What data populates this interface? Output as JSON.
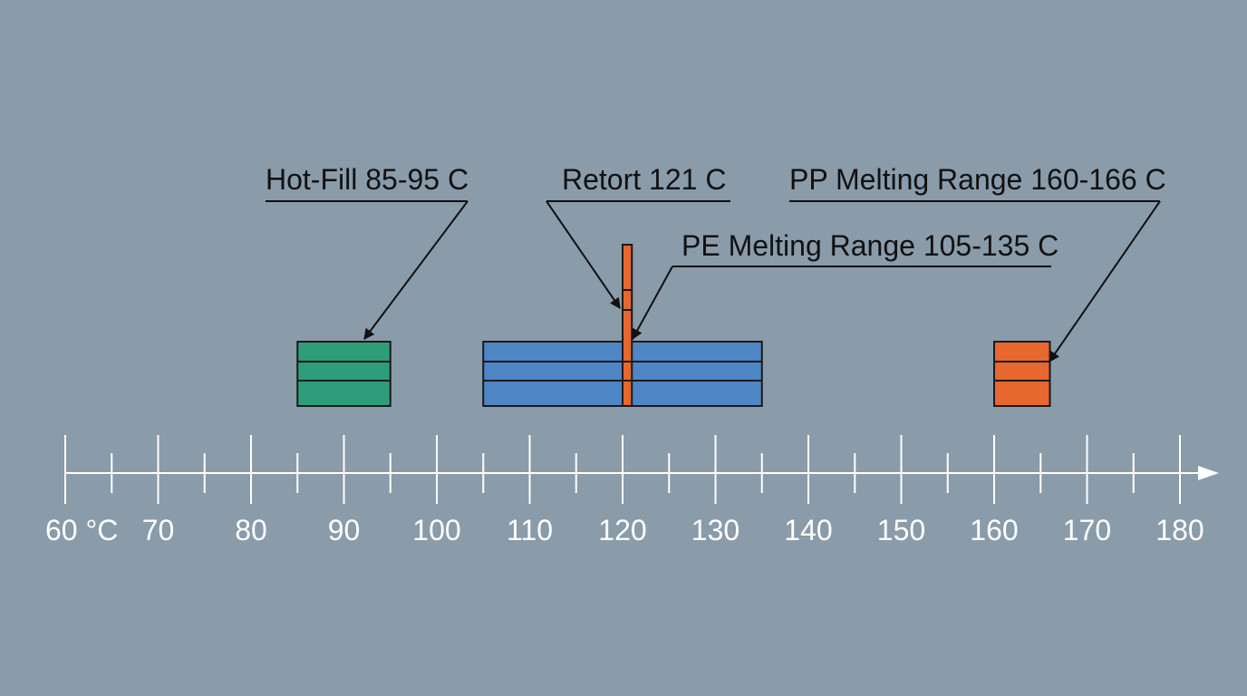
{
  "chart_data": {
    "type": "range-timeline",
    "x_axis": {
      "min": 60,
      "max": 180,
      "major_step": 10,
      "minor_step": 5,
      "tick_labels": [
        "60 °C",
        "70",
        "80",
        "90",
        "100",
        "110",
        "120",
        "130",
        "140",
        "150",
        "160",
        "170",
        "180"
      ]
    },
    "ranges": [
      {
        "name": "Hot-Fill 85-95 C",
        "start": 85,
        "end": 95,
        "color": "#2e9e7a"
      },
      {
        "name": "PE Melting Range 105-135 C",
        "start": 105,
        "end": 135,
        "color": "#4f86c6"
      },
      {
        "name": "Retort 121 C",
        "start": 120,
        "end": 121,
        "color": "#e8672e"
      },
      {
        "name": "PP Melting Range 160-166 C",
        "start": 160,
        "end": 166,
        "color": "#e8672e"
      }
    ],
    "colors": {
      "background": "#8a9baa",
      "axis": "#ffffff",
      "outline": "#1a1a1a",
      "label_text": "#111111"
    }
  }
}
